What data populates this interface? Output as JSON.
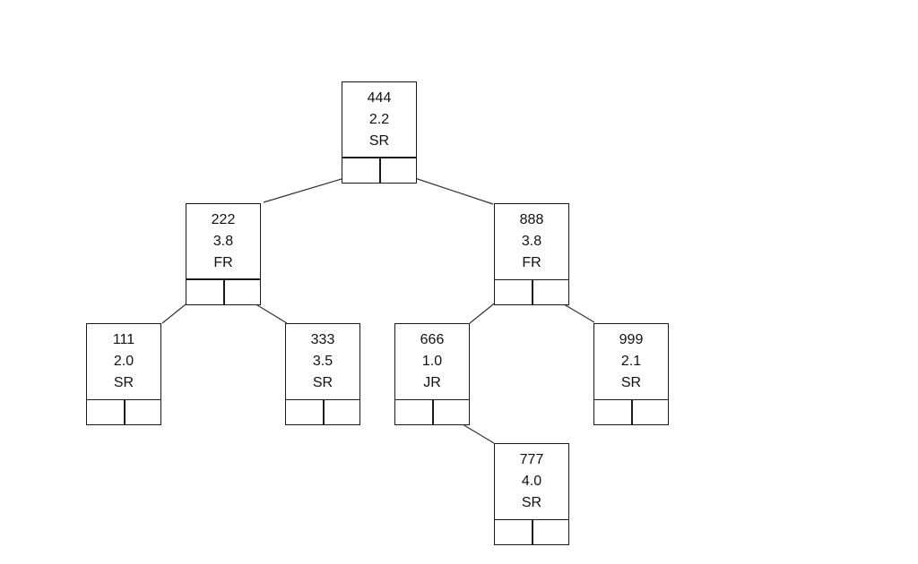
{
  "nodes": [
    {
      "id": "n444",
      "key": "444",
      "gpa": "2.2",
      "cls": "SR"
    },
    {
      "id": "n222",
      "key": "222",
      "gpa": "3.8",
      "cls": "FR"
    },
    {
      "id": "n888",
      "key": "888",
      "gpa": "3.8",
      "cls": "FR"
    },
    {
      "id": "n111",
      "key": "111",
      "gpa": "2.0",
      "cls": "SR"
    },
    {
      "id": "n333",
      "key": "333",
      "gpa": "3.5",
      "cls": "SR"
    },
    {
      "id": "n666",
      "key": "666",
      "gpa": "1.0",
      "cls": "JR"
    },
    {
      "id": "n999",
      "key": "999",
      "gpa": "2.1",
      "cls": "SR"
    },
    {
      "id": "n777",
      "key": "777",
      "gpa": "4.0",
      "cls": "SR"
    }
  ],
  "edges": [
    {
      "from": "444",
      "to": "222",
      "side": "left"
    },
    {
      "from": "444",
      "to": "888",
      "side": "right"
    },
    {
      "from": "222",
      "to": "111",
      "side": "left"
    },
    {
      "from": "222",
      "to": "333",
      "side": "right"
    },
    {
      "from": "888",
      "to": "666",
      "side": "left"
    },
    {
      "from": "888",
      "to": "999",
      "side": "right"
    },
    {
      "from": "666",
      "to": "777",
      "side": "right"
    }
  ]
}
